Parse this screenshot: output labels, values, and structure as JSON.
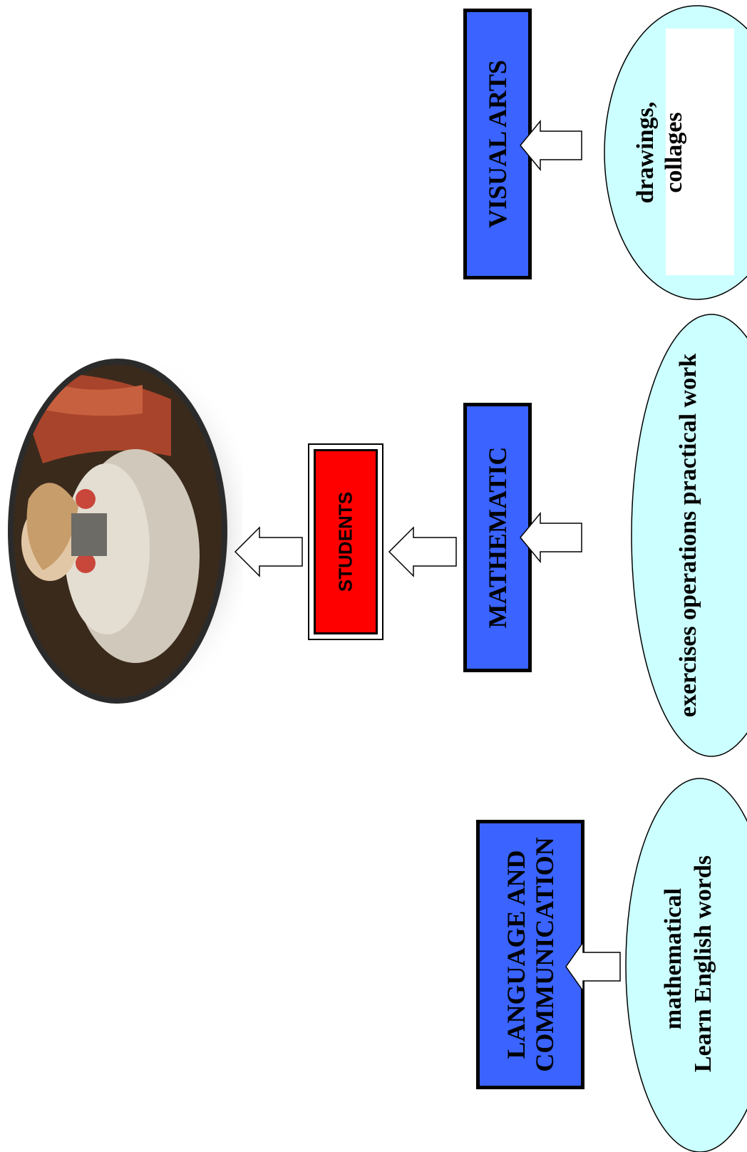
{
  "center": {
    "students_label": "STUDENTS"
  },
  "subjects": {
    "visual_arts": "VISUAL ARTS",
    "mathematic": "MATHEMATIC",
    "language_line1": "LANGUAGE AND",
    "language_line2": "COMMUNICATION"
  },
  "activities": {
    "visual_arts_line1": "drawings,",
    "visual_arts_line2": "collages",
    "mathematic": "exercises operations practical work",
    "language_line1": "mathematical",
    "language_line2": "Learn  English words"
  },
  "colors": {
    "subject_box": "#3a63ff",
    "students_box": "#ff0000",
    "activity_ellipse": "#ccffff"
  }
}
